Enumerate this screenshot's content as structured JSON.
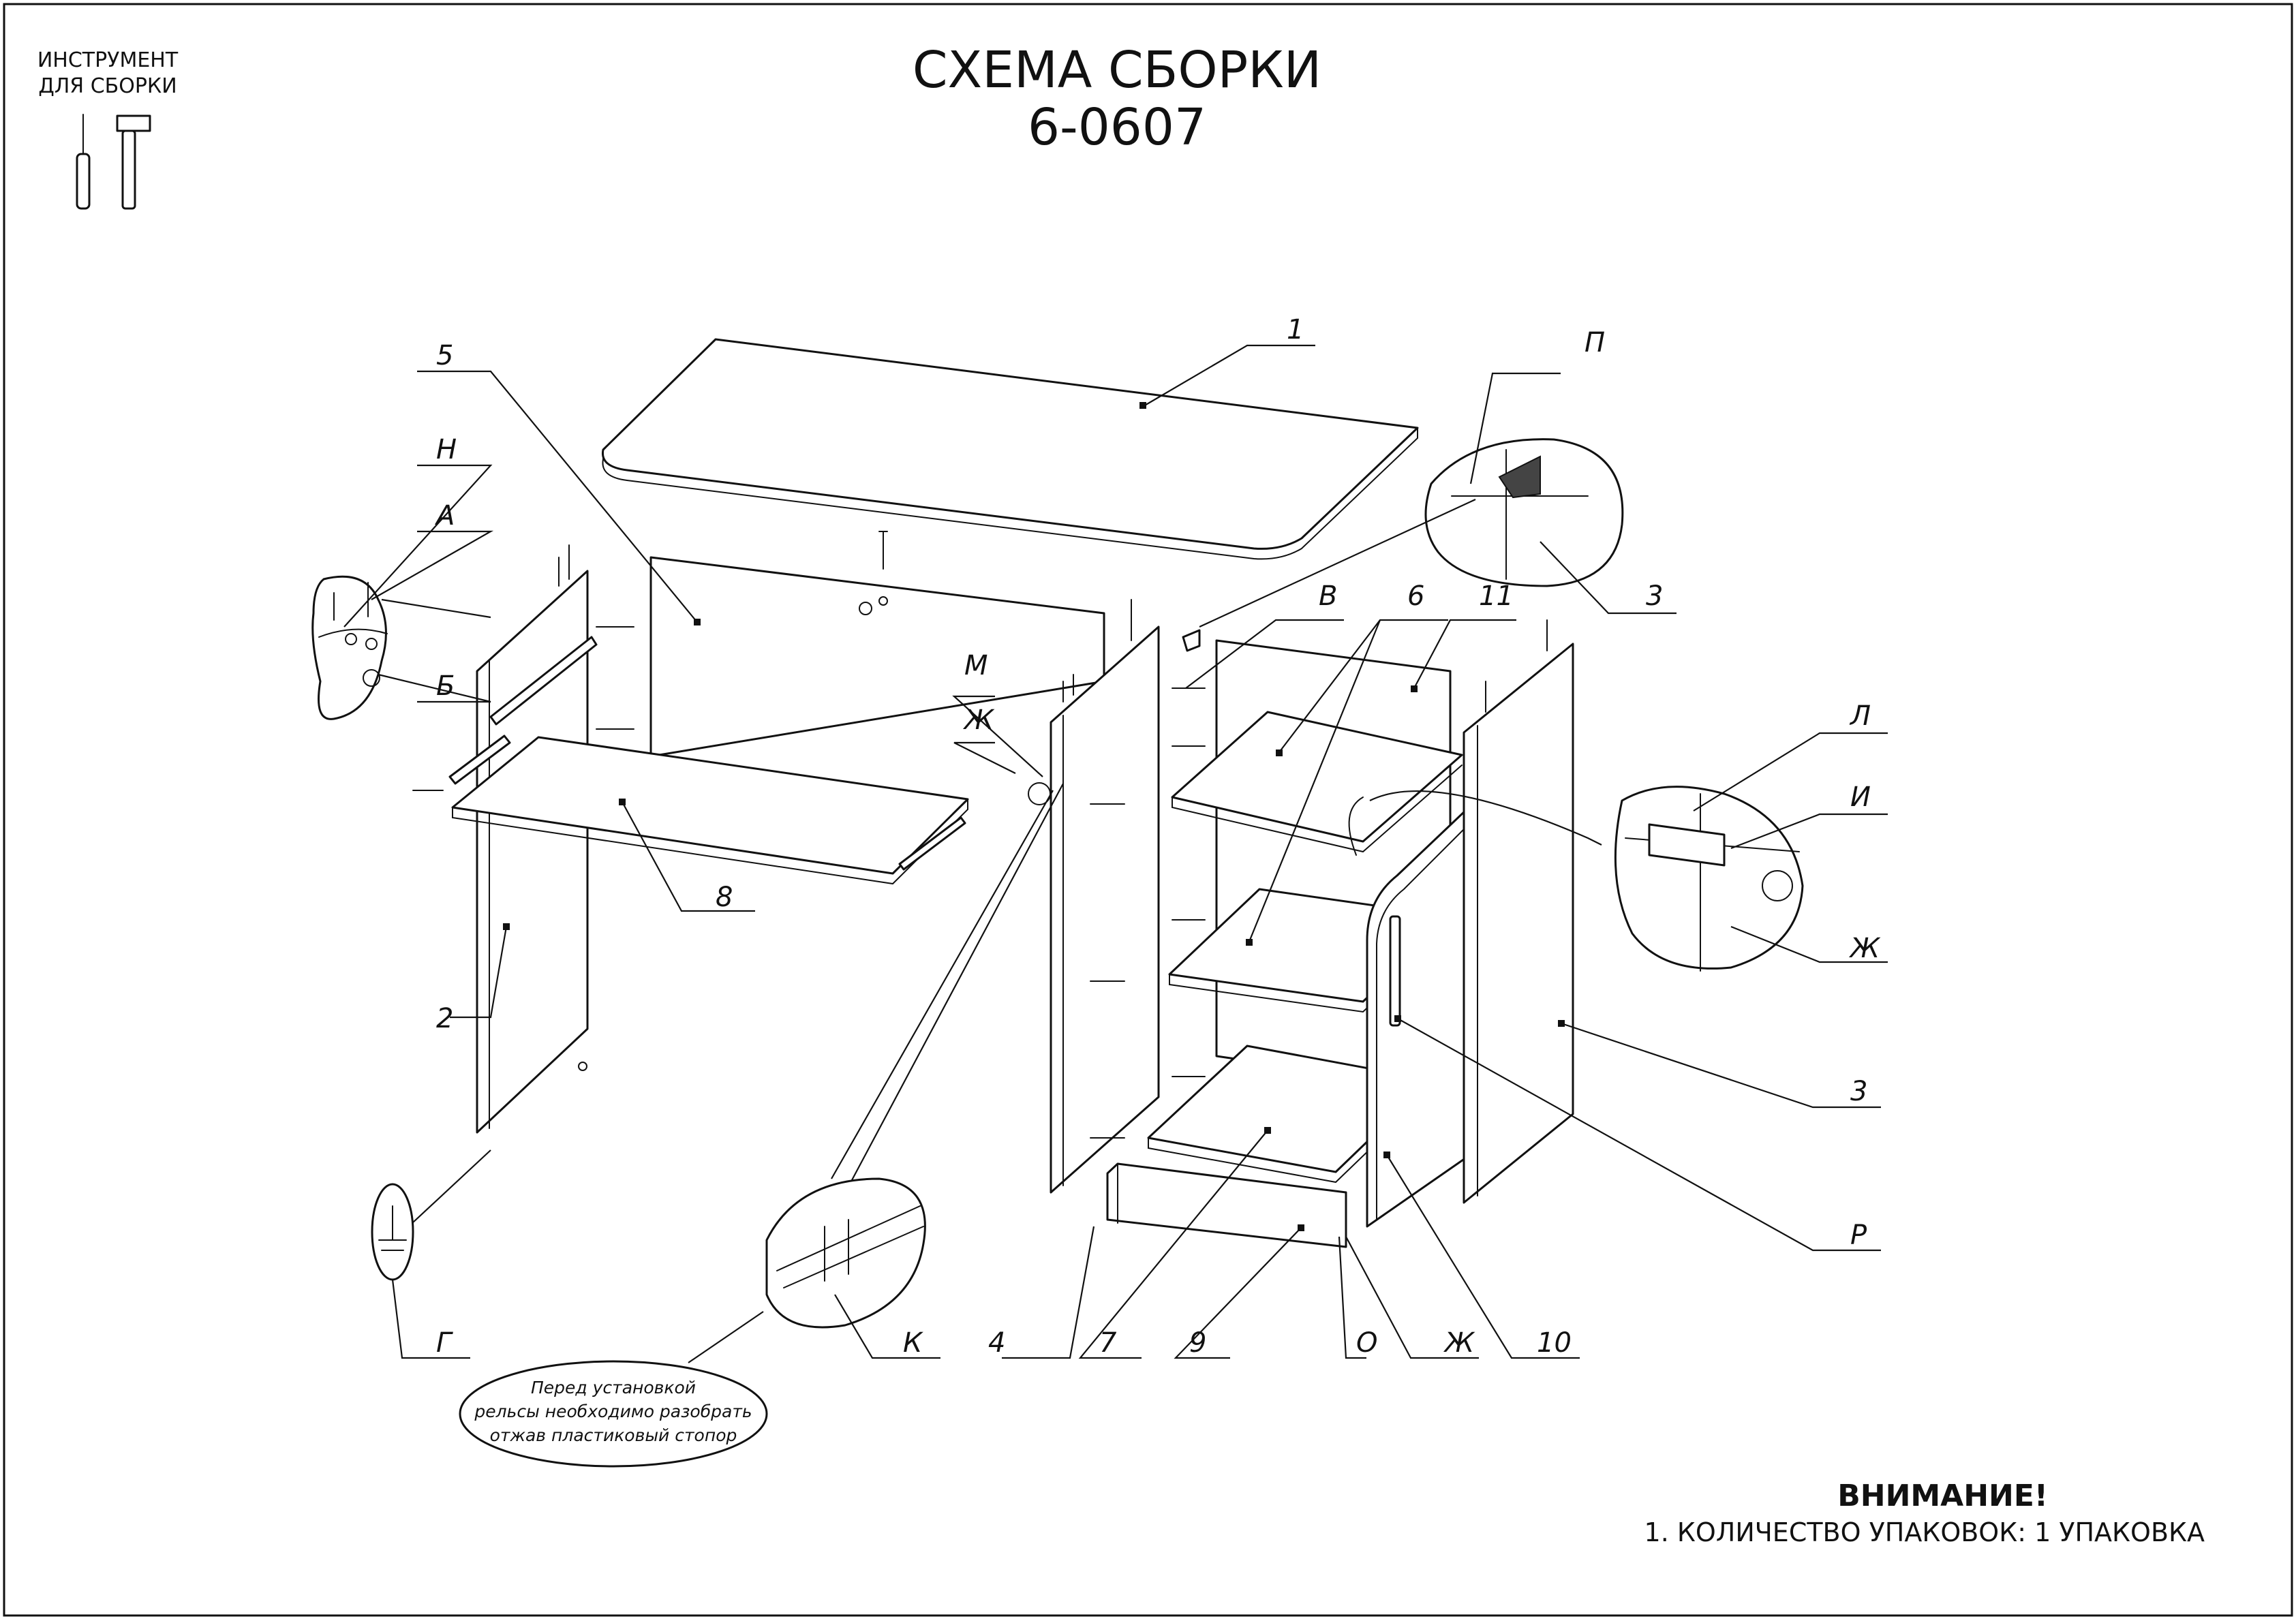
{
  "title": {
    "line1": "СХЕМА СБОРКИ",
    "line2": "6-0607"
  },
  "tools": {
    "line1": "ИНСТРУМЕНТ",
    "line2": "ДЛЯ СБОРКИ",
    "icons": [
      "screwdriver-icon",
      "hammer-icon"
    ]
  },
  "labels": {
    "n1": "1",
    "n2": "2",
    "n3a": "3",
    "n3b": "3",
    "n4": "4",
    "n5": "5",
    "n6": "6",
    "n7": "7",
    "n8": "8",
    "n9": "9",
    "n10": "10",
    "n11": "11",
    "p": "П",
    "n_letter": "Н",
    "a": "А",
    "b": "Б",
    "v": "В",
    "g": "Г",
    "m": "М",
    "zh1": "Ж",
    "zh2": "Ж",
    "zh3": "Ж",
    "k": "К",
    "o": "О",
    "l": "Л",
    "i": "И",
    "r": "Р"
  },
  "rail_note": {
    "line1": "Перед установкой",
    "line2": "рельсы необходимо разобрать",
    "line3": "отжав пластиковый стопор"
  },
  "warning": {
    "heading": "ВНИМАНИЕ!",
    "item": "1.   КОЛИЧЕСТВО УПАКОВОК: 1 УПАКОВКА"
  }
}
